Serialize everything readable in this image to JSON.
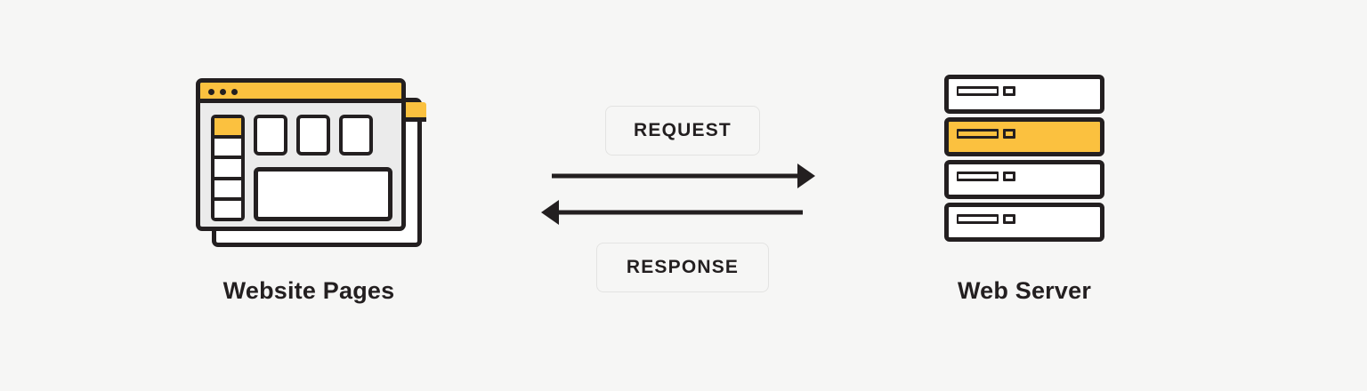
{
  "diagram": {
    "title": "Website Pages and Web Server request/response flow",
    "background_color": "#f6f6f5",
    "accent_color": "#fbc13f",
    "outline_color": "#231f20"
  },
  "left": {
    "caption": "Website Pages",
    "window_front": {
      "titlebar_dots": 3,
      "sidebar_rows": [
        {
          "active": true
        },
        {
          "active": false
        },
        {
          "active": false
        },
        {
          "active": false
        },
        {
          "active": false
        }
      ],
      "cards": [
        1,
        2,
        3
      ],
      "has_content_box": true
    },
    "window_back": {
      "titlebar_color": "#fbc13f"
    }
  },
  "flow": {
    "request_label": "REQUEST",
    "response_label": "RESPONSE",
    "request_direction": "right",
    "response_direction": "left",
    "arrow_color": "#231f20"
  },
  "right": {
    "caption": "Web Server",
    "units": [
      {
        "active": false
      },
      {
        "active": true
      },
      {
        "active": false
      },
      {
        "active": false
      }
    ]
  }
}
